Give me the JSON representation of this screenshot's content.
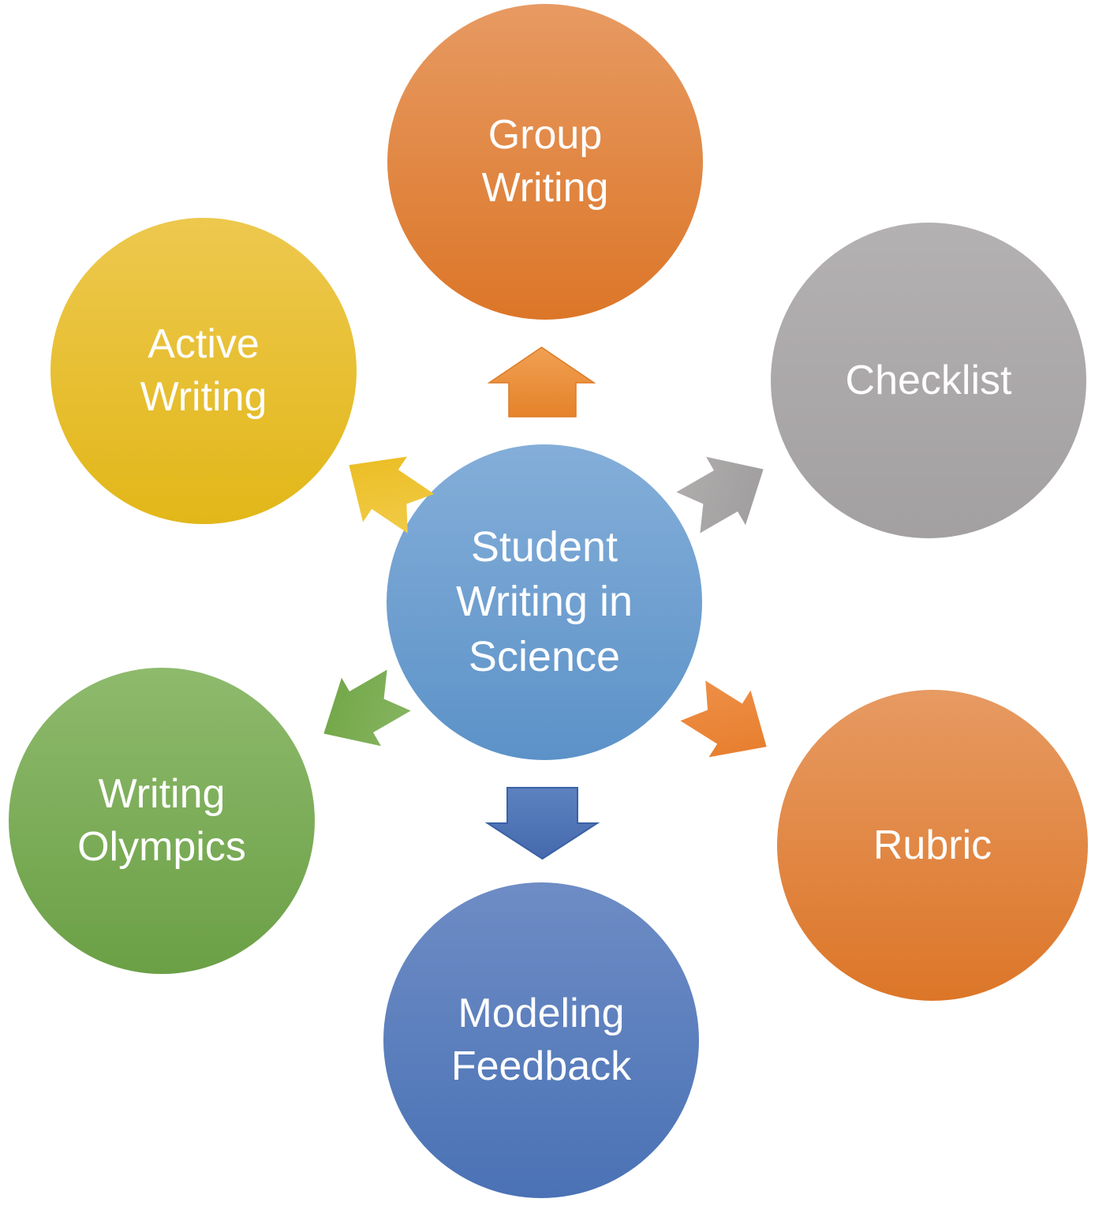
{
  "diagram_title": "Student Writing in Science",
  "background_color": "#ffffff",
  "text_color": "#ffffff",
  "nodes": {
    "center": {
      "label": "Student\nWriting in\nScience",
      "color_top": "#84aed9",
      "color_bottom": "#5c92c8"
    },
    "top": {
      "label": "Group\nWriting",
      "color_top": "#e79a62",
      "color_bottom": "#dc7628"
    },
    "top_right": {
      "label": "Checklist",
      "color_top": "#b4b1b2",
      "color_bottom": "#a3a0a1"
    },
    "bottom_right": {
      "label": "Rubric",
      "color_top": "#e79a62",
      "color_bottom": "#dc7628"
    },
    "bottom": {
      "label": "Modeling\nFeedback",
      "color_top": "#6e8cc5",
      "color_bottom": "#4a72b5"
    },
    "bottom_left": {
      "label": "Writing\nOlympics",
      "color_top": "#8eba6c",
      "color_bottom": "#6ba046"
    },
    "top_left": {
      "label": "Active\nWriting",
      "color_top": "#edc84e",
      "color_bottom": "#e2b719"
    }
  },
  "arrows": {
    "up": {
      "points_to": "Group Writing",
      "color": "#e88d3a"
    },
    "up_right": {
      "points_to": "Checklist",
      "color": "#a8a5a5"
    },
    "down_right": {
      "points_to": "Rubric",
      "color": "#ea8238"
    },
    "down": {
      "points_to": "Modeling Feedback",
      "color": "#4a73b8"
    },
    "down_left": {
      "points_to": "Writing Olympics",
      "color": "#7aac4f"
    },
    "up_left": {
      "points_to": "Active Writing",
      "color": "#eec331"
    }
  }
}
